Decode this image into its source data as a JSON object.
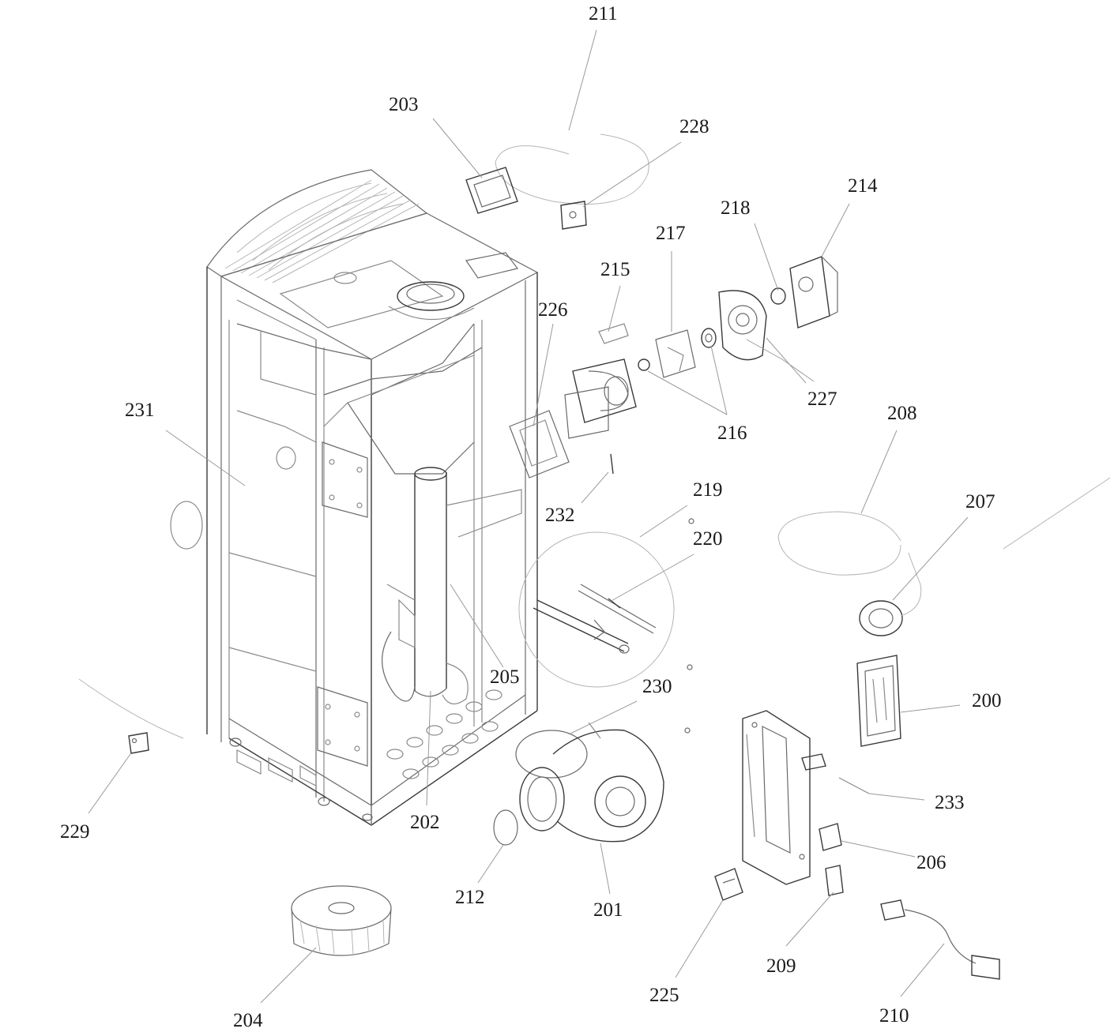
{
  "callouts": [
    {
      "id": "c211",
      "label": "211"
    },
    {
      "id": "c203",
      "label": "203"
    },
    {
      "id": "c228",
      "label": "228"
    },
    {
      "id": "c214",
      "label": "214"
    },
    {
      "id": "c218",
      "label": "218"
    },
    {
      "id": "c217",
      "label": "217"
    },
    {
      "id": "c215",
      "label": "215"
    },
    {
      "id": "c226",
      "label": "226"
    },
    {
      "id": "c227",
      "label": "227"
    },
    {
      "id": "c216",
      "label": "216"
    },
    {
      "id": "c208",
      "label": "208"
    },
    {
      "id": "c231",
      "label": "231"
    },
    {
      "id": "c219",
      "label": "219"
    },
    {
      "id": "c207",
      "label": "207"
    },
    {
      "id": "c232",
      "label": "232"
    },
    {
      "id": "c220",
      "label": "220"
    },
    {
      "id": "c205",
      "label": "205"
    },
    {
      "id": "c230",
      "label": "230"
    },
    {
      "id": "c200",
      "label": "200"
    },
    {
      "id": "c233",
      "label": "233"
    },
    {
      "id": "c229",
      "label": "229"
    },
    {
      "id": "c202",
      "label": "202"
    },
    {
      "id": "c206",
      "label": "206"
    },
    {
      "id": "c212",
      "label": "212"
    },
    {
      "id": "c201",
      "label": "201"
    },
    {
      "id": "c209",
      "label": "209"
    },
    {
      "id": "c225",
      "label": "225"
    },
    {
      "id": "c210",
      "label": "210"
    },
    {
      "id": "c204",
      "label": "204"
    }
  ]
}
